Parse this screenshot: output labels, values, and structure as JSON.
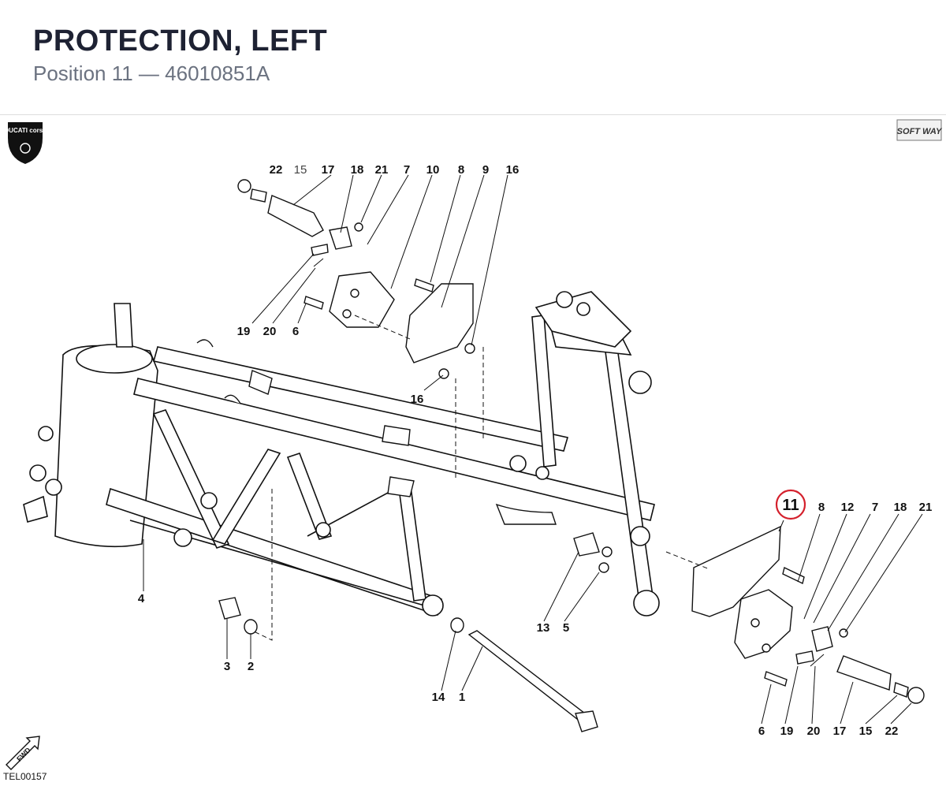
{
  "header": {
    "title": "PROTECTION, LEFT",
    "subtitle": "Position 11 — 46010851A"
  },
  "logos": {
    "brand": "DUCATI corse",
    "software": "SOFT WAY",
    "direction": "FWD"
  },
  "drawing_code": "TEL00157",
  "highlight": {
    "position": "11",
    "color": "#d4202c"
  },
  "callouts": {
    "top_row": [
      "22",
      "15",
      "17",
      "18",
      "21",
      "7",
      "10",
      "8",
      "9",
      "16"
    ],
    "top_lower": [
      "19",
      "20",
      "6"
    ],
    "mid": [
      "16",
      "4",
      "13",
      "5",
      "3",
      "2",
      "14",
      "1"
    ],
    "right_top": [
      "11",
      "8",
      "12",
      "7",
      "18",
      "21"
    ],
    "right_bottom": [
      "6",
      "19",
      "20",
      "17",
      "15",
      "22"
    ]
  }
}
